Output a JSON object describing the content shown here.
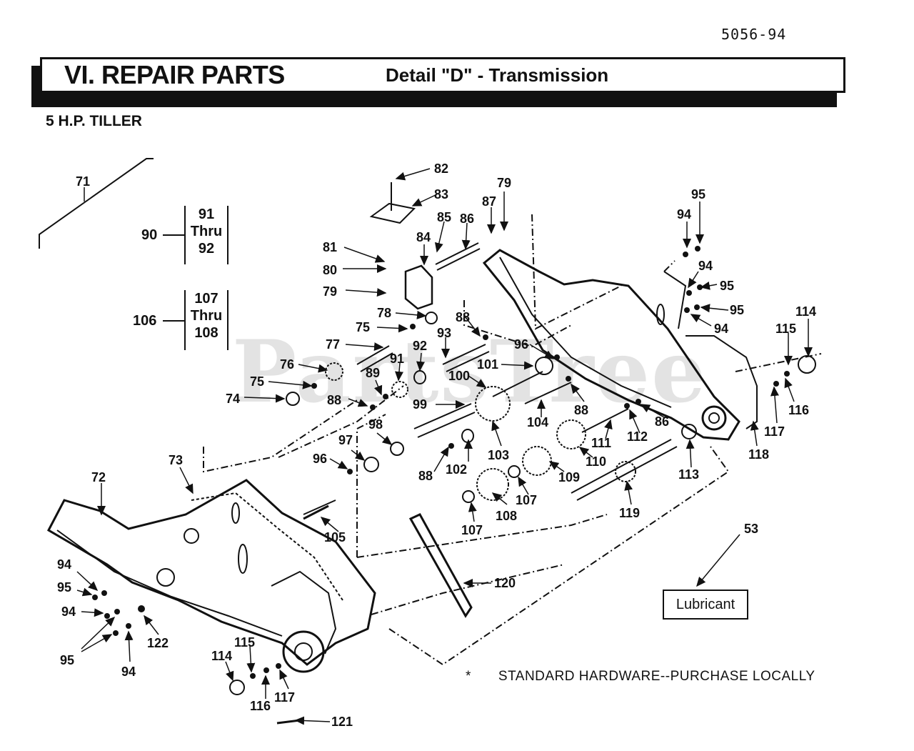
{
  "document_code": "5056-94",
  "header": {
    "section_title": "VI. REPAIR PARTS",
    "detail_title": "Detail \"D\" - Transmission"
  },
  "model_label": "5 H.P. TILLER",
  "watermark": "PartsTree",
  "groups": [
    {
      "id": "90",
      "lines": [
        "91",
        "Thru",
        "92"
      ]
    },
    {
      "id": "106",
      "lines": [
        "107",
        "Thru",
        "108"
      ]
    }
  ],
  "lubricant_label": "Lubricant",
  "footnote": {
    "symbol": "*",
    "text": "STANDARD HARDWARE--PURCHASE LOCALLY"
  },
  "callouts": [
    "82",
    "83",
    "79",
    "87",
    "85",
    "86",
    "84",
    "81",
    "80",
    "79",
    "78",
    "75",
    "77",
    "88",
    "93",
    "96",
    "76",
    "92",
    "91",
    "89",
    "75",
    "74",
    "88",
    "101",
    "100",
    "99",
    "98",
    "97",
    "96",
    "88",
    "102",
    "103",
    "104",
    "88",
    "86",
    "112",
    "111",
    "110",
    "109",
    "107",
    "108",
    "107",
    "113",
    "119",
    "120",
    "105",
    "73",
    "72",
    "94",
    "95",
    "94",
    "95",
    "94",
    "122",
    "114",
    "115",
    "116",
    "117",
    "121",
    "71",
    "95",
    "94",
    "94",
    "95",
    "95",
    "94",
    "114",
    "115",
    "116",
    "117",
    "118",
    "53"
  ]
}
